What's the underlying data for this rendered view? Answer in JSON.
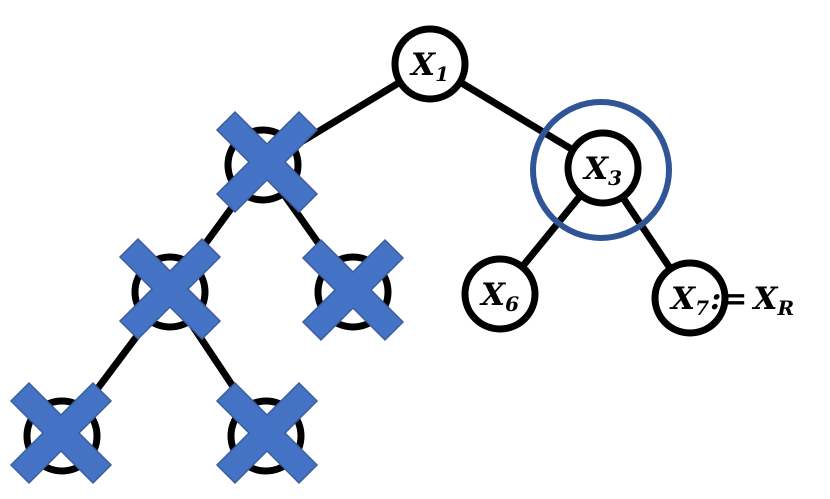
{
  "diagram": {
    "colors": {
      "edge": "#000000",
      "node_stroke": "#000000",
      "cross": "#4472C4",
      "cross_stroke": "#3B5E9E",
      "highlight_ring": "#2F5597"
    },
    "nodes": {
      "x1": {
        "base": "X",
        "sub": "1"
      },
      "x3": {
        "base": "X",
        "sub": "3"
      },
      "x6": {
        "base": "X",
        "sub": "6"
      },
      "x7": {
        "base": "X",
        "sub": "7"
      }
    },
    "assignment": {
      "operator": ":=",
      "rhs_base": "X",
      "rhs_sub": "R"
    },
    "highlighted_node": "x3",
    "crossed_nodes": [
      "x2",
      "x4",
      "x5",
      "x8",
      "x9"
    ]
  }
}
